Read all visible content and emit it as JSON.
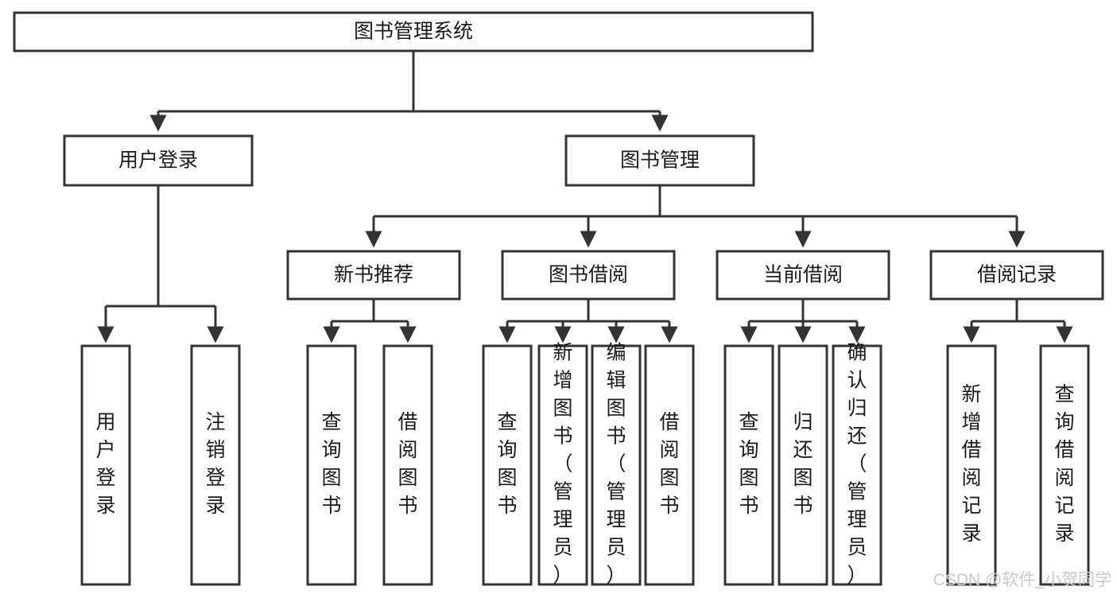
{
  "diagram": {
    "type": "tree-hierarchy",
    "title": "图书管理系统",
    "colors": {
      "background": "#ffffff",
      "box_fill": "#ffffff",
      "box_stroke": "#333333",
      "text": "#1a1a1a",
      "watermark": "#c9c9c9"
    },
    "root": {
      "label": "图书管理系统"
    },
    "level2": [
      {
        "label": "用户登录"
      },
      {
        "label": "图书管理"
      }
    ],
    "level3": [
      {
        "label": "新书推荐"
      },
      {
        "label": "图书借阅"
      },
      {
        "label": "当前借阅"
      },
      {
        "label": "借阅记录"
      }
    ],
    "leaves": {
      "user_login": [
        {
          "label": "用户登录"
        },
        {
          "label": "注销登录"
        }
      ],
      "new_book_recommend": [
        {
          "label": "查询图书"
        },
        {
          "label": "借阅图书"
        }
      ],
      "book_borrow": [
        {
          "label": "查询图书"
        },
        {
          "label": "新增图书（管理员）"
        },
        {
          "label": "编辑图书（管理员）"
        },
        {
          "label": "借阅图书"
        }
      ],
      "current_borrow": [
        {
          "label": "查询图书"
        },
        {
          "label": "归还图书"
        },
        {
          "label": "确认归还（管理员）"
        }
      ],
      "borrow_record": [
        {
          "label": "新增借阅记录"
        },
        {
          "label": "查询借阅记录"
        }
      ]
    }
  },
  "watermark": {
    "text": "CSDN @软件_小贺同学"
  }
}
